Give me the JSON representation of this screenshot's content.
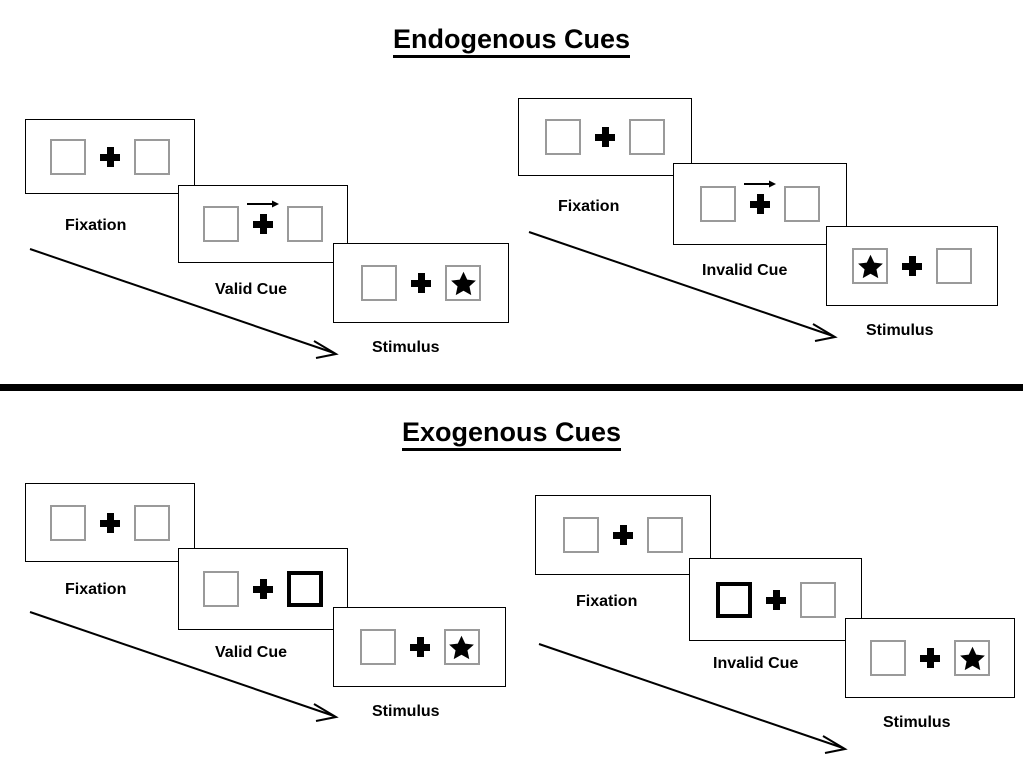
{
  "figure": {
    "title_endogenous": "Endogenous Cues",
    "title_exogenous": "Exogenous Cues"
  },
  "labels": {
    "fixation": "Fixation",
    "valid_cue": "Valid Cue",
    "invalid_cue": "Invalid Cue",
    "stimulus": "Stimulus"
  },
  "colors": {
    "panel_border": "#000000",
    "box_border": "#9a9a9a",
    "cued_box_border": "#000000",
    "cross": "#000000",
    "star": "#000000",
    "divider": "#000000",
    "background": "#ffffff"
  },
  "quadrants": [
    {
      "id": "endogenous-valid",
      "section": "Endogenous Cues",
      "cue_type": "endogenous",
      "validity": "valid",
      "panels": [
        {
          "name": "fixation",
          "caption": "Fixation",
          "left_box": "empty",
          "right_box": "empty",
          "cue": "none",
          "cue_direction": ""
        },
        {
          "name": "cue",
          "caption": "Valid Cue",
          "left_box": "empty",
          "right_box": "empty",
          "cue": "central-arrow",
          "cue_direction": "right"
        },
        {
          "name": "stimulus",
          "caption": "Stimulus",
          "left_box": "empty",
          "right_box": "star",
          "cue": "none",
          "cue_direction": ""
        }
      ]
    },
    {
      "id": "endogenous-invalid",
      "section": "Endogenous Cues",
      "cue_type": "endogenous",
      "validity": "invalid",
      "panels": [
        {
          "name": "fixation",
          "caption": "Fixation",
          "left_box": "empty",
          "right_box": "empty",
          "cue": "none",
          "cue_direction": ""
        },
        {
          "name": "cue",
          "caption": "Invalid Cue",
          "left_box": "empty",
          "right_box": "empty",
          "cue": "central-arrow",
          "cue_direction": "right"
        },
        {
          "name": "stimulus",
          "caption": "Stimulus",
          "left_box": "star",
          "right_box": "empty",
          "cue": "none",
          "cue_direction": ""
        }
      ]
    },
    {
      "id": "exogenous-valid",
      "section": "Exogenous Cues",
      "cue_type": "exogenous",
      "validity": "valid",
      "panels": [
        {
          "name": "fixation",
          "caption": "Fixation",
          "left_box": "empty",
          "right_box": "empty",
          "cue": "none",
          "cue_direction": ""
        },
        {
          "name": "cue",
          "caption": "Valid Cue",
          "left_box": "empty",
          "right_box": "cued",
          "cue": "peripheral-box",
          "cue_direction": "right"
        },
        {
          "name": "stimulus",
          "caption": "Stimulus",
          "left_box": "empty",
          "right_box": "star",
          "cue": "none",
          "cue_direction": ""
        }
      ]
    },
    {
      "id": "exogenous-invalid",
      "section": "Exogenous Cues",
      "cue_type": "exogenous",
      "validity": "invalid",
      "panels": [
        {
          "name": "fixation",
          "caption": "Fixation",
          "left_box": "empty",
          "right_box": "empty",
          "cue": "none",
          "cue_direction": ""
        },
        {
          "name": "cue",
          "caption": "Invalid Cue",
          "left_box": "cued",
          "right_box": "empty",
          "cue": "peripheral-box",
          "cue_direction": "left"
        },
        {
          "name": "stimulus",
          "caption": "Stimulus",
          "left_box": "empty",
          "right_box": "star",
          "cue": "none",
          "cue_direction": ""
        }
      ]
    }
  ]
}
